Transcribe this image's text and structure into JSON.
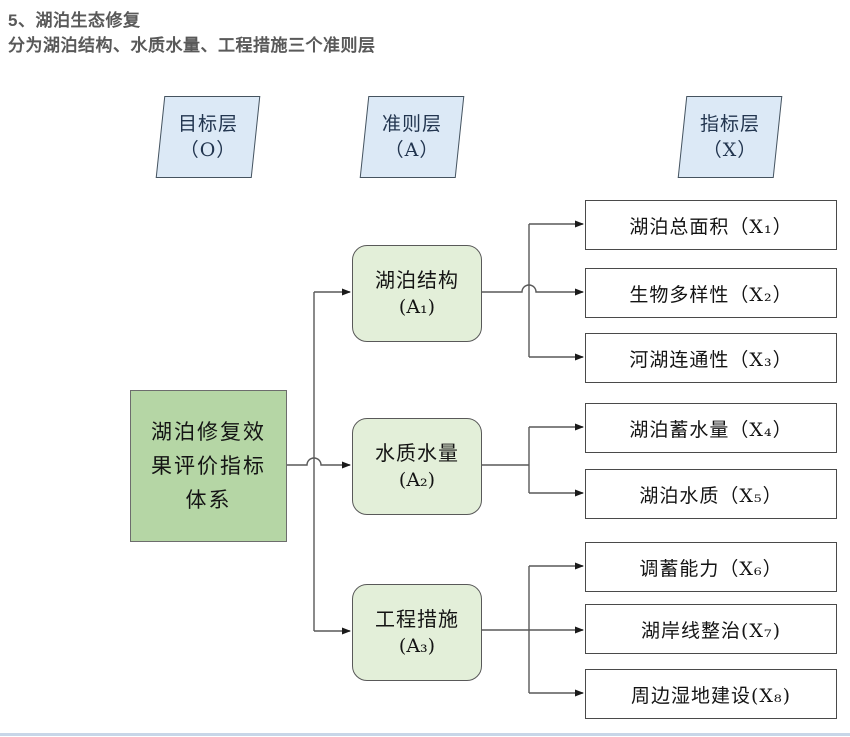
{
  "page": {
    "title_line1": "5、湖泊生态修复",
    "title_line2": "分为湖泊结构、水质水量、工程措施三个准则层"
  },
  "layer_headers": [
    {
      "label": "目标层",
      "code": "（O）"
    },
    {
      "label": "准则层",
      "code": "（A）"
    },
    {
      "label": "指标层",
      "code": "（X）"
    }
  ],
  "goal_box": {
    "line1": "湖泊修复效",
    "line2": "果评价指标",
    "line3": "体系"
  },
  "criteria_boxes": [
    {
      "label": "湖泊结构",
      "code": "(A₁)"
    },
    {
      "label": "水质水量",
      "code": "(A₂)"
    },
    {
      "label": "工程措施",
      "code": "(A₃)"
    }
  ],
  "indicator_boxes": [
    "湖泊总面积（X₁）",
    "生物多样性（X₂）",
    "河湖连通性（X₃）",
    "湖泊蓄水量（X₄）",
    "湖泊水质（X₅）",
    "调蓄能力（X₆）",
    "湖岸线整治(X₇)",
    "周边湿地建设(X₈)"
  ],
  "colors": {
    "goal_fill": "#b5d6a5",
    "criteria_fill": "#e3efd9",
    "indicator_fill": "#ffffff",
    "layer_header_fill": "#dce9f6",
    "connector_line": "#595959",
    "arrowhead": "#1a1a1a",
    "title_text": "#595959",
    "bottom_rule": "#c8d6e8"
  }
}
